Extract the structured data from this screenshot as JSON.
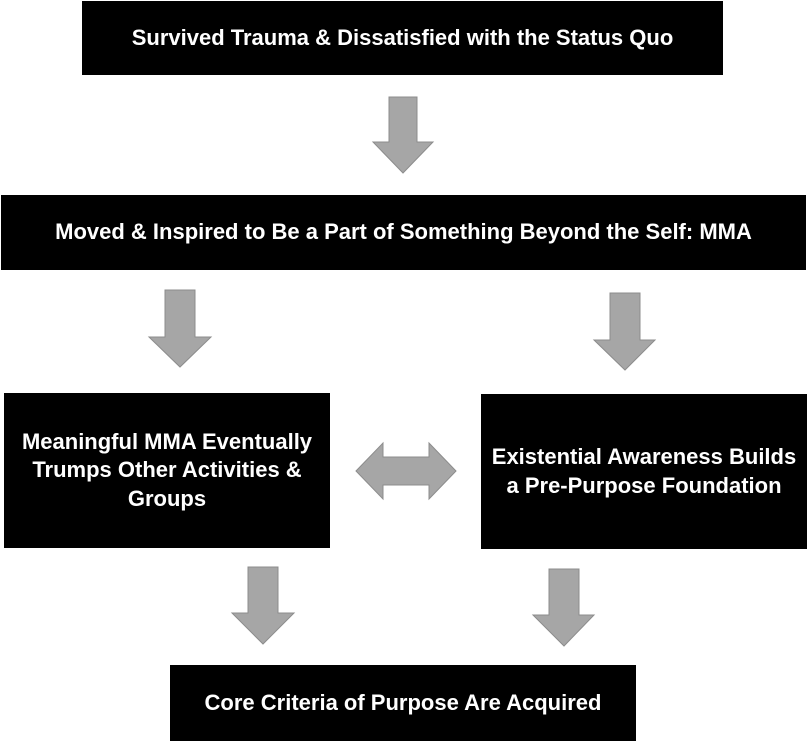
{
  "nodes": {
    "top": "Survived Trauma & Dissatisfied with the Status Quo",
    "middle": "Moved & Inspired to Be a Part of Something Beyond the Self: MMA",
    "left": "Meaningful MMA Eventually Trumps Other Activities & Groups",
    "right": "Existential Awareness Builds a Pre-Purpose Foundation",
    "bottom": "Core Criteria of Purpose Are Acquired"
  },
  "edges": [
    {
      "from": "top",
      "to": "middle",
      "type": "down-arrow"
    },
    {
      "from": "middle",
      "to": "left",
      "type": "down-arrow"
    },
    {
      "from": "middle",
      "to": "right",
      "type": "down-arrow"
    },
    {
      "from": "left",
      "to": "right",
      "type": "double-arrow"
    },
    {
      "from": "left",
      "to": "bottom",
      "type": "down-arrow"
    },
    {
      "from": "right",
      "to": "bottom",
      "type": "down-arrow"
    }
  ],
  "colors": {
    "box_fill": "#000000",
    "box_text": "#ffffff",
    "arrow_fill": "#a6a6a6",
    "arrow_stroke": "#8c8c8c"
  }
}
